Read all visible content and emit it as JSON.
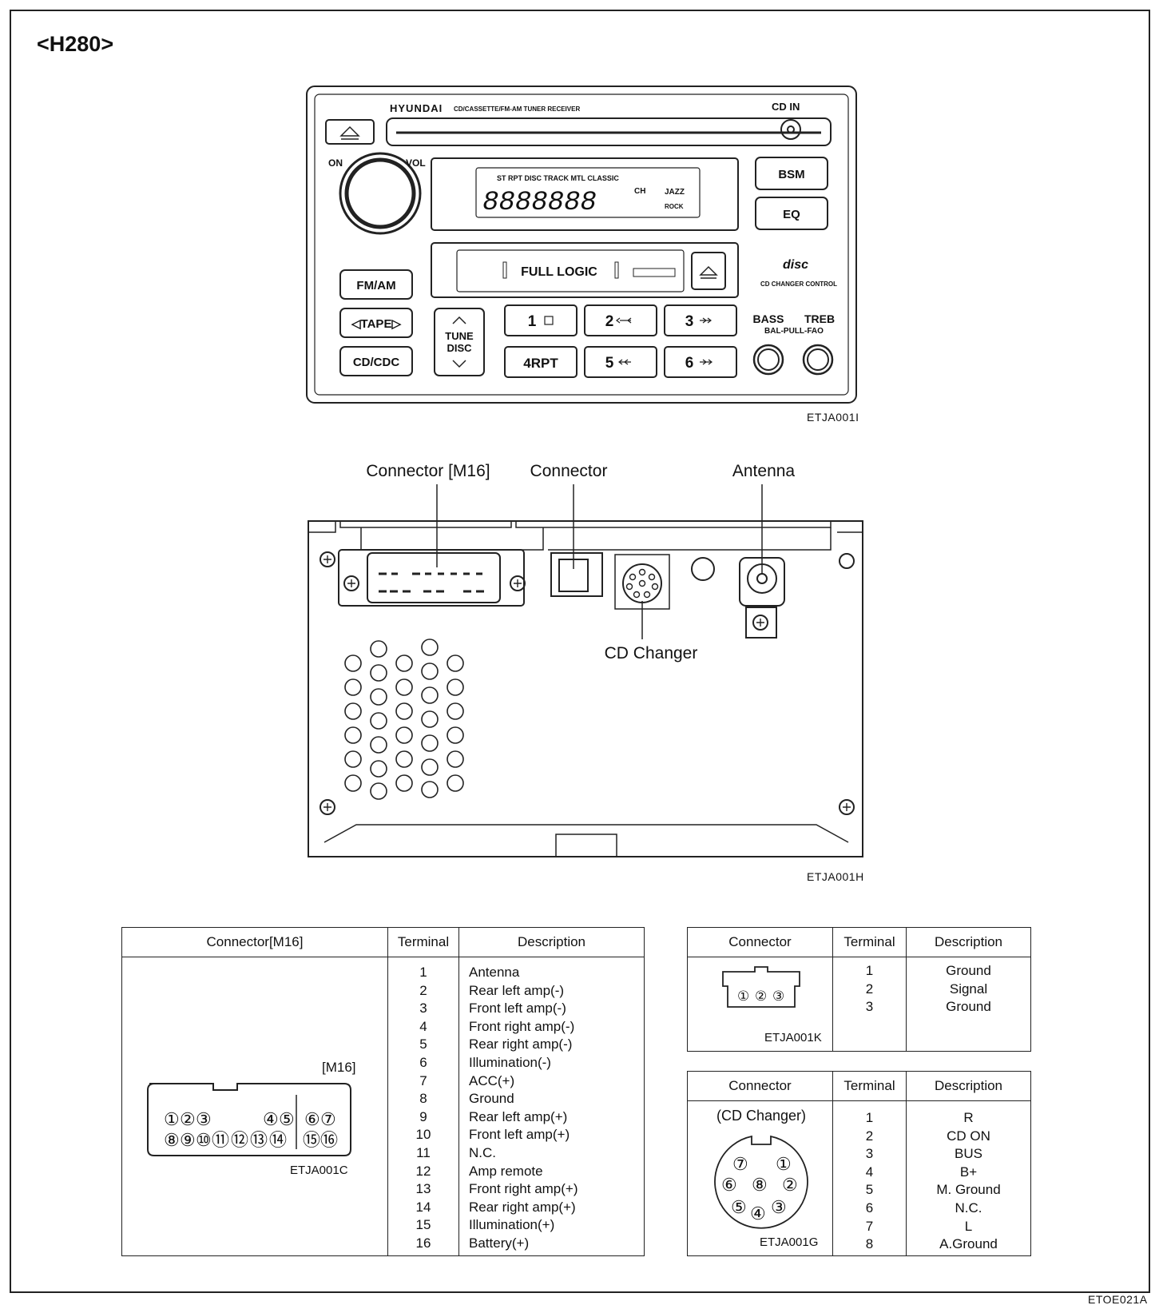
{
  "header": {
    "code": "<H280>"
  },
  "front_panel": {
    "brand": "HYUNDAI",
    "model_text": "CD/CASSETTE/FM-AM TUNER RECEIVER",
    "cd_in_label": "CD  IN",
    "knob_on_label": "ON",
    "knob_vol_label": "VOL",
    "display_indicators": "ST   RPT    DISC    TRACK  MTL  CLASSIC",
    "display_digits": "8888888",
    "display_ch": "CH",
    "display_jazz": "JAZZ",
    "display_rock": "ROCK",
    "bsm_label": "BSM",
    "eq_label": "EQ",
    "full_logic_label": "FULL LOGIC",
    "disc_logo": "disc",
    "cd_changer_control": "CD CHANGER CONTROL",
    "fm_am_label": "FM/AM",
    "tape_label": "◁TAPE▷",
    "cd_cdc_label": "CD/CDC",
    "tune_label": "TUNE",
    "disc_label": "DISC",
    "presets": [
      "1",
      "2",
      "3",
      "4RPT",
      "5",
      "6"
    ],
    "bass_label": "BASS",
    "treb_label": "TREB",
    "bal_label": "BAL-PULL-FAO",
    "fig_code": "ETJA001I"
  },
  "rear_panel": {
    "callout_connector_m16": "Connector [M16]",
    "callout_connector": "Connector",
    "callout_antenna": "Antenna",
    "callout_cd_changer": "CD Changer",
    "fig_code": "ETJA001H"
  },
  "m16_table": {
    "headers": [
      "Connector[M16]",
      "Terminal",
      "Description"
    ],
    "connector_label": "[M16]",
    "pins_top": [
      "①",
      "②",
      "③",
      "④",
      "⑤",
      "⑥",
      "⑦"
    ],
    "pins_bottom": [
      "⑧",
      "⑨",
      "⑩",
      "⑪",
      "⑫",
      "⑬",
      "⑭",
      "⑮",
      "⑯"
    ],
    "image_code": "ETJA001C",
    "terminals": [
      "1",
      "2",
      "3",
      "4",
      "5",
      "6",
      "7",
      "8",
      "9",
      "10",
      "11",
      "12",
      "13",
      "14",
      "15",
      "16"
    ],
    "descriptions": [
      "Antenna",
      "Rear left amp(-)",
      "Front left amp(-)",
      "Front right amp(-)",
      "Rear right amp(-)",
      "Illumination(-)",
      "ACC(+)",
      "Ground",
      "Rear left amp(+)",
      "Front left amp(+)",
      "N.C.",
      "Amp remote",
      "Front right amp(+)",
      "Rear right amp(+)",
      "Illumination(+)",
      "Battery(+)"
    ]
  },
  "connector_table": {
    "headers": [
      "Connector",
      "Terminal",
      "Description"
    ],
    "pins": [
      "①",
      "②",
      "③"
    ],
    "image_code": "ETJA001K",
    "terminals": [
      "1",
      "2",
      "3"
    ],
    "descriptions": [
      "Ground",
      "Signal",
      "Ground"
    ]
  },
  "cd_changer_table": {
    "headers": [
      "Connector",
      "Terminal",
      "Description"
    ],
    "connector_name": "(CD Changer)",
    "pins": [
      "⑦",
      "①",
      "⑥",
      "⑧",
      "②",
      "⑤",
      "③",
      "④"
    ],
    "image_code": "ETJA001G",
    "terminals": [
      "1",
      "2",
      "3",
      "4",
      "5",
      "6",
      "7",
      "8"
    ],
    "descriptions": [
      "R",
      "CD ON",
      "BUS",
      "B+",
      "M. Ground",
      "N.C.",
      "L",
      "A.Ground"
    ]
  },
  "footer": {
    "page_code": "ETOE021A"
  }
}
